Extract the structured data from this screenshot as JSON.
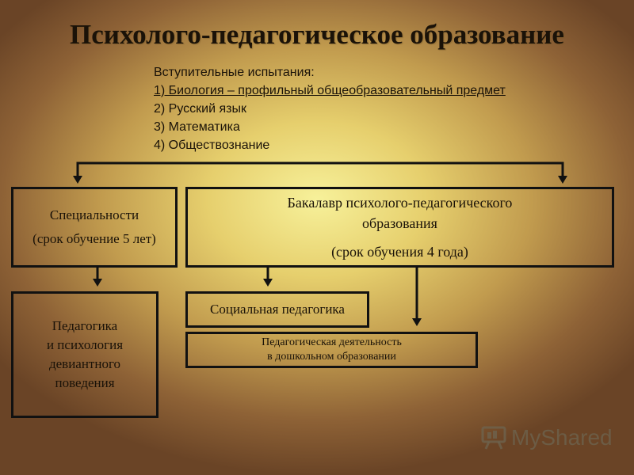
{
  "title": "Психолого-педагогическое образование",
  "exams": {
    "heading": "Вступительные испытания:",
    "items": [
      "1) Биология – профильный общеобразовательный предмет",
      "2) Русский язык",
      "3) Математика",
      "4) Обществознание"
    ]
  },
  "boxes": {
    "specialties": {
      "line1": "Специальности",
      "line2": "(срок обучение 5 лет)"
    },
    "bachelor": {
      "line1": "Бакалавр психолого-педагогического",
      "line2": "образования",
      "line3": "(срок обучения 4 года)"
    },
    "pedagogy": {
      "line1": "Педагогика",
      "line2": "и психология",
      "line3": "девиантного",
      "line4": "поведения"
    },
    "social": {
      "label": "Социальная педагогика"
    },
    "preschool": {
      "line1": "Педагогическая деятельность",
      "line2": "в дошкольном образовании"
    }
  },
  "watermark": {
    "text": "MyShared"
  },
  "colors": {
    "border": "#111111",
    "text": "#1a1208"
  }
}
